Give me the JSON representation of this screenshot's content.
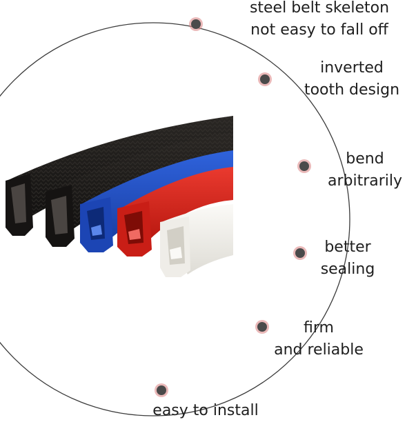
{
  "features": [
    {
      "lines": [
        "steel belt skeleton",
        "not easy to fall off"
      ]
    },
    {
      "lines": [
        "inverted",
        "tooth design"
      ]
    },
    {
      "lines": [
        "bend",
        "arbitrarily"
      ]
    },
    {
      "lines": [
        "better",
        "sealing"
      ]
    },
    {
      "lines": [
        "firm",
        "and reliable"
      ]
    },
    {
      "lines": [
        "easy to install"
      ]
    }
  ],
  "colors": {
    "circle_outline": "#3a3a3a",
    "marker_dot": "#4a4a4a",
    "marker_ring": "#d98080",
    "strip_black": "#1c1a19",
    "strip_blue": "#1f4fc8",
    "strip_red": "#d7231c",
    "strip_white": "#f1f0ec"
  }
}
